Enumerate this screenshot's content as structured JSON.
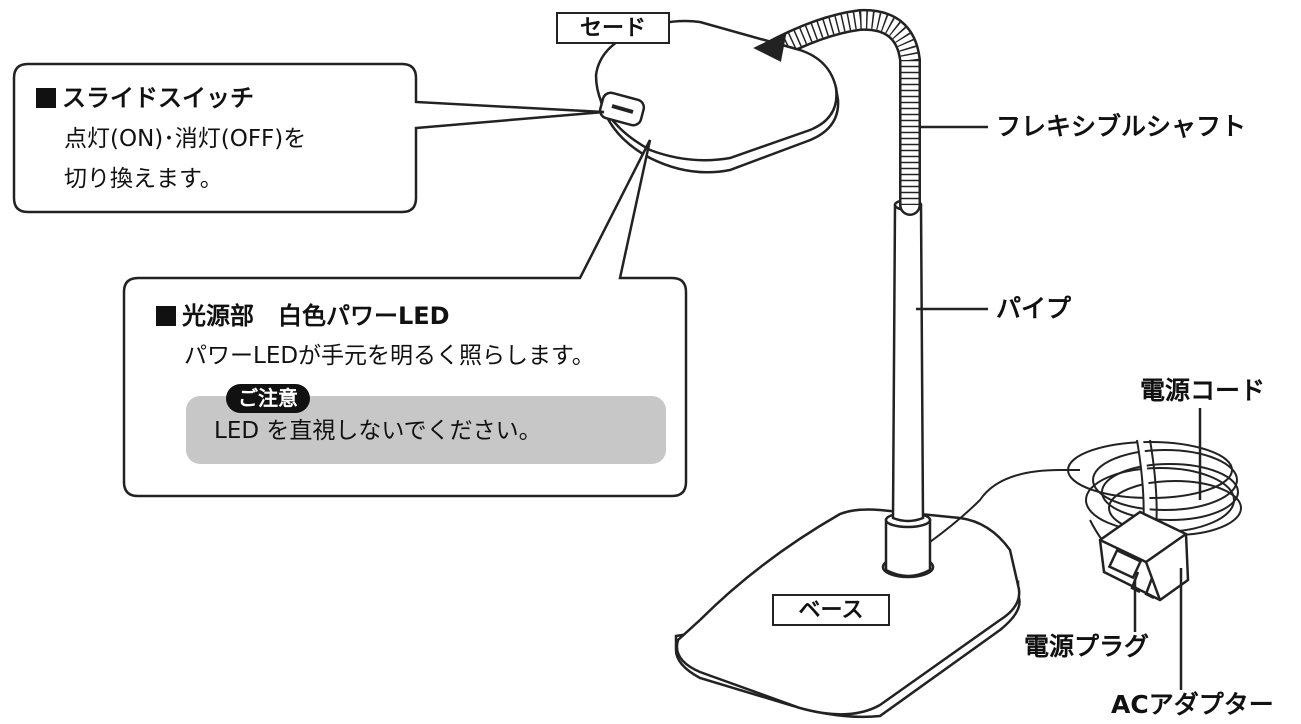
{
  "labels": {
    "shade": "セード",
    "flexible_shaft": "フレキシブルシャフト",
    "pipe": "パイプ",
    "power_cord": "電源コード",
    "base": "ベース",
    "power_plug": "電源プラグ",
    "ac_adapter": "ACアダプター"
  },
  "callout_switch": {
    "title": "スライドスイッチ",
    "line1": "点灯(ON)･消灯(OFF)を",
    "line2": "切り換えます。"
  },
  "callout_led": {
    "title": "光源部　白色パワーLED",
    "body": "パワーLEDが手元を明るく照らします。",
    "caution_badge": "ご注意",
    "caution_text": "LED を直視しないでください。"
  }
}
